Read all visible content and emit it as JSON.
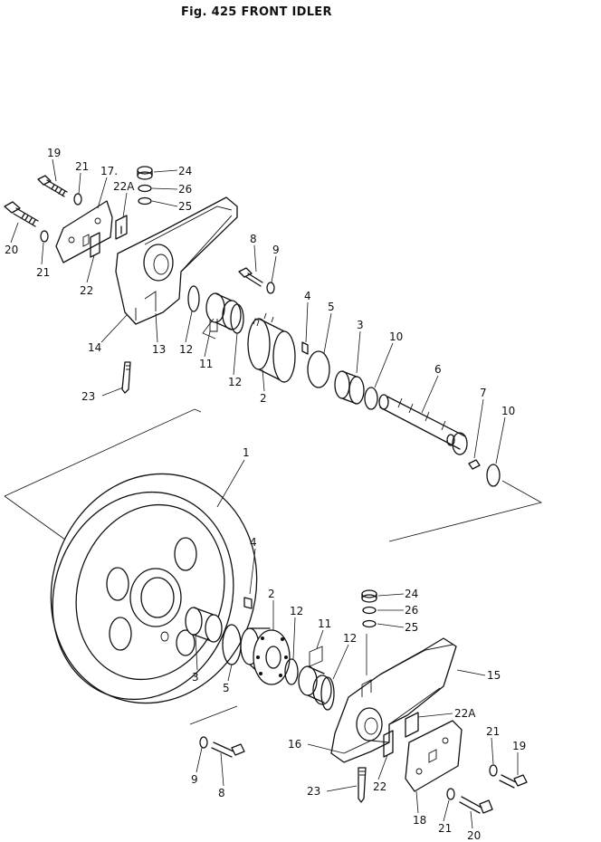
{
  "figure": {
    "title": "Fig. 425   FRONT IDLER"
  },
  "callouts": {
    "upper": {
      "c19": "19",
      "c21a": "21",
      "c17": "17.",
      "c24": "24",
      "c22a": "22A",
      "c26": "26",
      "c25": "25",
      "c20": "20",
      "c21b": "21",
      "c22": "22",
      "c8": "8",
      "c9": "9",
      "c4": "4",
      "c5": "5",
      "c3": "3",
      "c10a": "10",
      "c6": "6",
      "c7": "7",
      "c10b": "10",
      "c14": "14",
      "c13": "13",
      "c12a": "12",
      "c11": "11",
      "c12b": "12",
      "c2": "2",
      "c23": "23"
    },
    "lower": {
      "c1": "1",
      "c4": "4",
      "c2": "2",
      "c24": "24",
      "c26": "26",
      "c25": "25",
      "c12a": "12",
      "c11": "11",
      "c12b": "12",
      "c15": "15",
      "c3": "3",
      "c5": "5",
      "c22A": "22A",
      "c21a": "21",
      "c19": "19",
      "c16": "16",
      "c9": "9",
      "c8": "8",
      "c23": "23",
      "c22": "22",
      "c18": "18",
      "c21b": "21",
      "c20": "20"
    }
  }
}
